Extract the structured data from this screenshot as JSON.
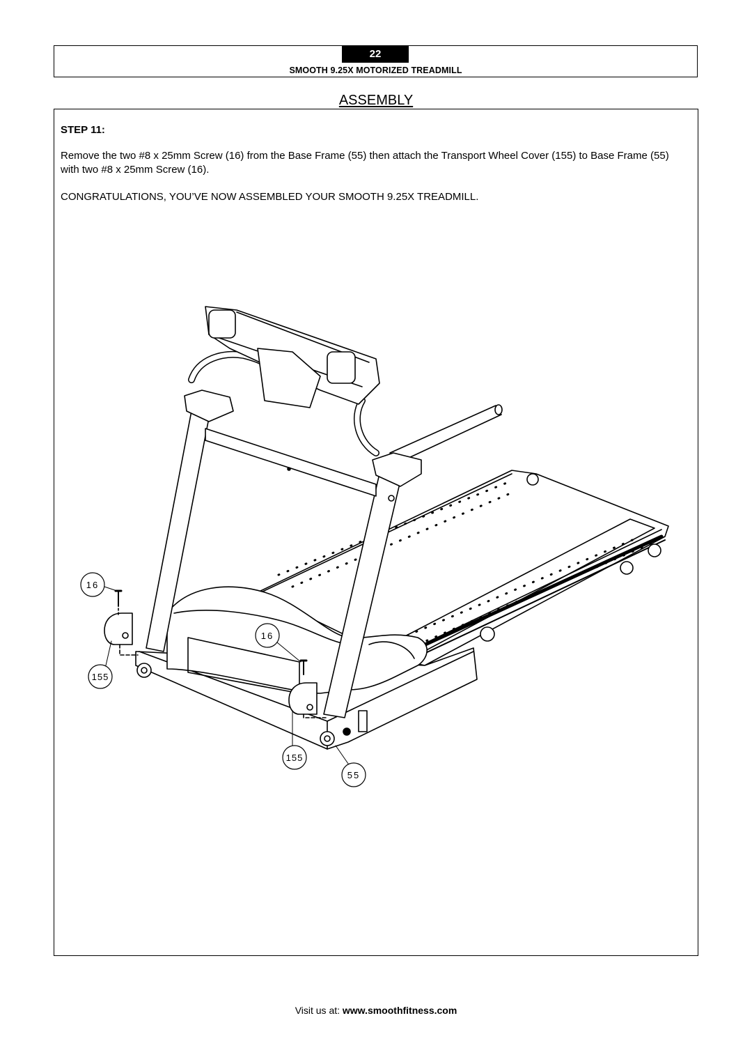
{
  "header": {
    "page_number": "22",
    "doc_title": "SMOOTH 9.25X MOTORIZED TREADMILL"
  },
  "section": {
    "title": "ASSEMBLY"
  },
  "step": {
    "label": "STEP 11:",
    "instruction": "Remove the two #8 x 25mm Screw (16) from the Base Frame (55) then attach the Transport Wheel Cover (155) to Base Frame (55) with two #8 x 25mm Screw (16).",
    "congratulations": "CONGRATULATIONS, YOU’VE NOW ASSEMBLED YOUR SMOOTH 9.25X TREADMILL."
  },
  "diagram": {
    "callouts": {
      "screw_left": "16",
      "screw_right": "16",
      "cover_left": "155",
      "cover_right": "155",
      "base_frame": "55"
    }
  },
  "footer": {
    "prefix": "Visit us at: ",
    "url": "www.smoothfitness.com"
  }
}
